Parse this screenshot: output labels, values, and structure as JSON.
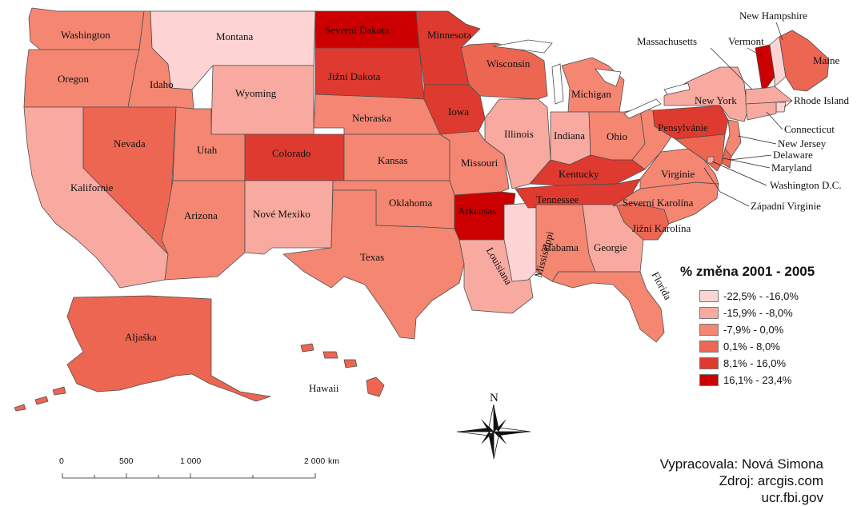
{
  "legend": {
    "title": "% změna 2001 - 2005",
    "classes": [
      {
        "label": "-22,5% - -16,0%",
        "color": "#fdd3d3"
      },
      {
        "label": "-15,9% - -8,0%",
        "color": "#f9aaa0"
      },
      {
        "label": "-7,9% - 0,0%",
        "color": "#f48672"
      },
      {
        "label": "0,1% - 8,0%",
        "color": "#ed6652"
      },
      {
        "label": "8,1% - 16,0%",
        "color": "#df3a2f"
      },
      {
        "label": "16,1% - 23,4%",
        "color": "#cc0000"
      }
    ]
  },
  "states": [
    {
      "name": "Washington",
      "cls": 2
    },
    {
      "name": "Oregon",
      "cls": 2
    },
    {
      "name": "Kalifornie",
      "cls": 1
    },
    {
      "name": "Idaho",
      "cls": 2
    },
    {
      "name": "Nevada",
      "cls": 3
    },
    {
      "name": "Montana",
      "cls": 0
    },
    {
      "name": "Wyoming",
      "cls": 1
    },
    {
      "name": "Utah",
      "cls": 2
    },
    {
      "name": "Arizona",
      "cls": 2
    },
    {
      "name": "Colorado",
      "cls": 4
    },
    {
      "name": "Nové Mexiko",
      "cls": 1
    },
    {
      "name": "Severní Dakota",
      "cls": 5
    },
    {
      "name": "Jižní Dakota",
      "cls": 4
    },
    {
      "name": "Nebraska",
      "cls": 2
    },
    {
      "name": "Kansas",
      "cls": 2
    },
    {
      "name": "Oklahoma",
      "cls": 2
    },
    {
      "name": "Texas",
      "cls": 2
    },
    {
      "name": "Minnesota",
      "cls": 4
    },
    {
      "name": "Iowa",
      "cls": 4
    },
    {
      "name": "Missouri",
      "cls": 2
    },
    {
      "name": "Arkansas",
      "cls": 5
    },
    {
      "name": "Louisiana",
      "cls": 1
    },
    {
      "name": "Wisconsin",
      "cls": 3
    },
    {
      "name": "Illinois",
      "cls": 1
    },
    {
      "name": "Mississippi",
      "cls": 0
    },
    {
      "name": "Michigan",
      "cls": 2
    },
    {
      "name": "Indiana",
      "cls": 1
    },
    {
      "name": "Ohio",
      "cls": 2
    },
    {
      "name": "Kentucky",
      "cls": 4
    },
    {
      "name": "Tennessee",
      "cls": 4
    },
    {
      "name": "Alabama",
      "cls": 2
    },
    {
      "name": "Georgie",
      "cls": 1
    },
    {
      "name": "Florida",
      "cls": 2
    },
    {
      "name": "Jižní Karolína",
      "cls": 3
    },
    {
      "name": "Severní Karolína",
      "cls": 2
    },
    {
      "name": "Virginie",
      "cls": 2
    },
    {
      "name": "Západní Virginie",
      "cls": 2
    },
    {
      "name": "Pensylvánie",
      "cls": 4
    },
    {
      "name": "New York",
      "cls": 1
    },
    {
      "name": "Vermont",
      "cls": 5
    },
    {
      "name": "New Hampshire",
      "cls": 0
    },
    {
      "name": "Maine",
      "cls": 3
    },
    {
      "name": "Massachusetts",
      "cls": 1
    },
    {
      "name": "Rhode Island",
      "cls": 0
    },
    {
      "name": "Connecticut",
      "cls": 1
    },
    {
      "name": "New Jersey",
      "cls": 2
    },
    {
      "name": "Delaware",
      "cls": 3
    },
    {
      "name": "Maryland",
      "cls": 3
    },
    {
      "name": "Washington D.C.",
      "cls": 1
    },
    {
      "name": "Aljaška",
      "cls": 3
    },
    {
      "name": "Hawaii",
      "cls": 3
    }
  ],
  "compass": {
    "north": "N"
  },
  "scale": {
    "ticks": [
      "0",
      "500",
      "1 000",
      "2 000"
    ],
    "unit": "km"
  },
  "credits": [
    "Vypracovala: Nová Simona",
    "Zdroj: arcgis.com",
    "ucr.fbi.gov"
  ]
}
